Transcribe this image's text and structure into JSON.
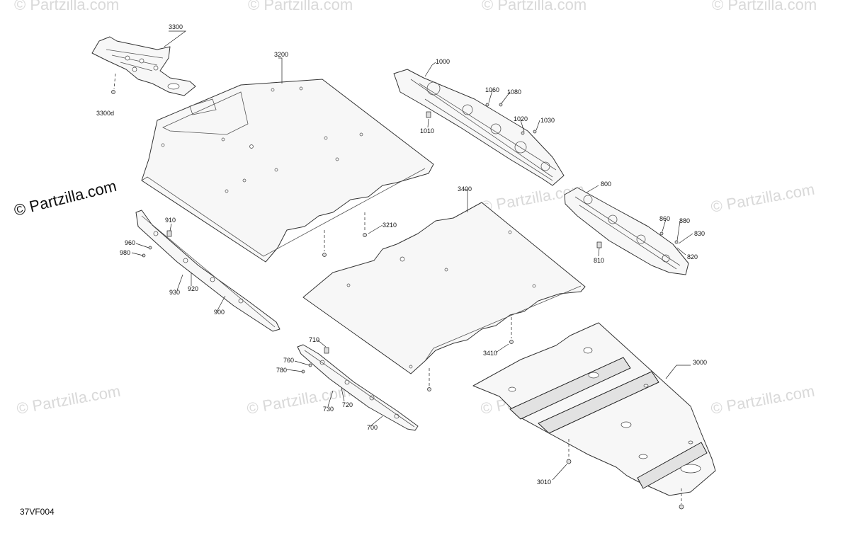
{
  "diagram_code": "37VF004",
  "copyright": "© Partzilla.com",
  "watermark": "© Partzilla.com",
  "parts": [
    {
      "id": "3300",
      "label": "3300"
    },
    {
      "id": "3300d",
      "label": "3300d"
    },
    {
      "id": "3200",
      "label": "3200"
    },
    {
      "id": "3210",
      "label": "3210"
    },
    {
      "id": "3400",
      "label": "3400"
    },
    {
      "id": "3410",
      "label": "3410"
    },
    {
      "id": "3000",
      "label": "3000"
    },
    {
      "id": "3010",
      "label": "3010"
    },
    {
      "id": "1000",
      "label": "1000"
    },
    {
      "id": "1010",
      "label": "1010"
    },
    {
      "id": "1020",
      "label": "1020"
    },
    {
      "id": "1030",
      "label": "1030"
    },
    {
      "id": "1060",
      "label": "1060"
    },
    {
      "id": "1080",
      "label": "1080"
    },
    {
      "id": "800",
      "label": "800"
    },
    {
      "id": "810",
      "label": "810"
    },
    {
      "id": "820",
      "label": "820"
    },
    {
      "id": "830",
      "label": "830"
    },
    {
      "id": "860",
      "label": "860"
    },
    {
      "id": "880",
      "label": "880"
    },
    {
      "id": "900",
      "label": "900"
    },
    {
      "id": "910",
      "label": "910"
    },
    {
      "id": "920",
      "label": "920"
    },
    {
      "id": "930",
      "label": "930"
    },
    {
      "id": "960",
      "label": "960"
    },
    {
      "id": "980",
      "label": "980"
    },
    {
      "id": "700",
      "label": "700"
    },
    {
      "id": "710",
      "label": "710"
    },
    {
      "id": "720",
      "label": "720"
    },
    {
      "id": "730",
      "label": "730"
    },
    {
      "id": "760",
      "label": "760"
    },
    {
      "id": "780",
      "label": "780"
    }
  ]
}
